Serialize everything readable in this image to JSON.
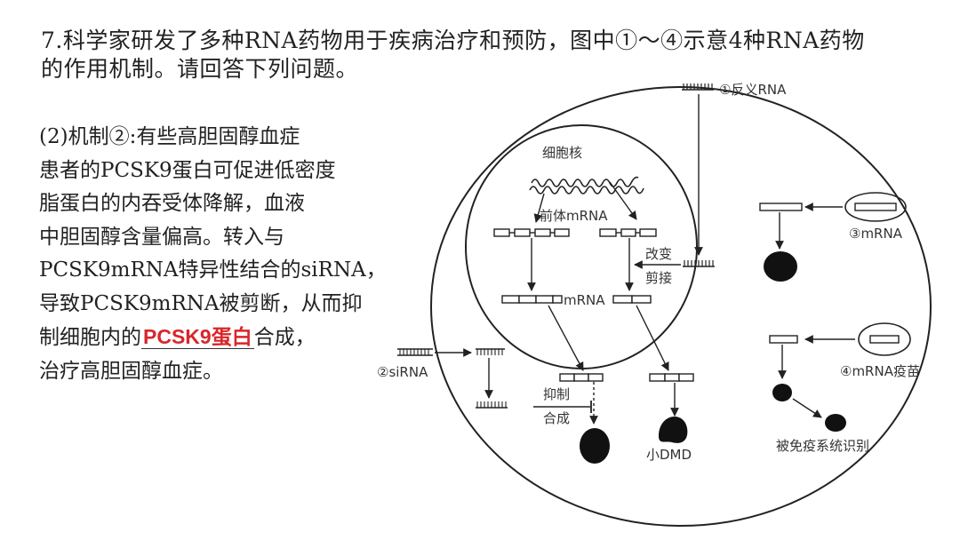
{
  "question": {
    "title_line1": "7.科学家研发了多种RNA药物用于疾病治疗和预防，图中①～④示意4种RNA药物",
    "title_line2": "的作用机制。请回答下列问题。",
    "body_lines": [
      "(2)机制②:有些高胆固醇血症",
      "患者的PCSK9蛋白可促进低密度",
      "脂蛋白的内吞受体降解，血液",
      "中胆固醇含量偏高。转入与",
      "PCSK9mRNA特异性结合的siRNA，",
      "导致PCSK9mRNA被剪断，从而抑"
    ],
    "line7_prefix": "制细胞内的",
    "answer": "PCSK9蛋白",
    "line7_suffix": "合成，",
    "line8": "治疗高胆固醇血症。"
  },
  "diagram": {
    "nucleus_label": "细胞核",
    "pre_mrna_label": "前体mRNA",
    "mrna_label": "mRNA",
    "antisense_label": "①反义RNA",
    "change_splicing_label_1": "改变",
    "change_splicing_label_2": "剪接",
    "sirna_label": "②siRNA",
    "inhibit_label_1": "抑制",
    "inhibit_label_2": "合成",
    "dmd_label": "小DMD",
    "mrna3_label": "③mRNA",
    "vaccine_label": "④mRNA疫苗",
    "immune_label": "被免疫系统识别"
  }
}
